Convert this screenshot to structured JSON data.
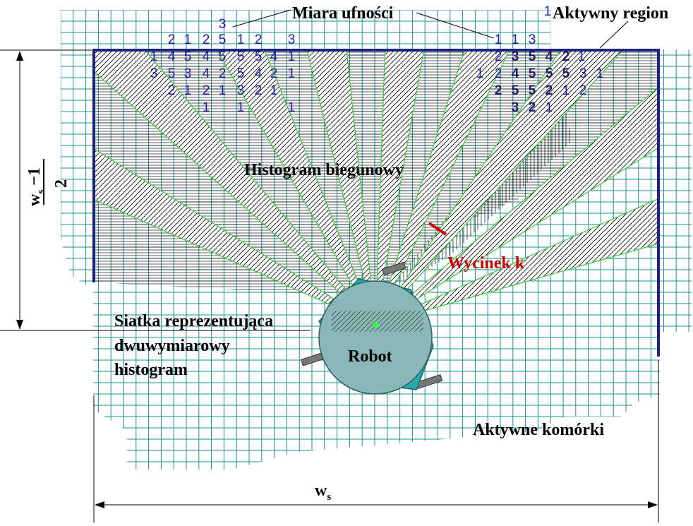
{
  "labels": {
    "confidence": "Miara ufności",
    "active_region": "Aktywny region",
    "polar_histogram": "Histogram biegunowy",
    "sector": "Wycinek k",
    "grid_line1": "Siatka reprezentująca",
    "grid_line2": "dwuwymiarowy",
    "grid_line3": "histogram",
    "robot": "Robot",
    "active_cells": "Aktywne komórki",
    "width": "w",
    "width_sub": "s",
    "half_num_w": "w",
    "half_num_sub": "s",
    "half_num_rest": " −1",
    "half_den": "2"
  },
  "confidence_values": {
    "left": [
      [
        "",
        "",
        "",
        "3",
        "",
        "",
        "",
        ""
      ],
      [
        "2",
        "1",
        "2",
        "5",
        "1",
        "2",
        "",
        "3"
      ],
      [
        "1",
        "4",
        "5",
        "4",
        "5",
        "5",
        "5",
        "4",
        "1"
      ],
      [
        "3",
        "5",
        "3",
        "4",
        "2",
        "5",
        "4",
        "2",
        "1"
      ],
      [
        "2",
        "1",
        "2",
        "1",
        "3",
        "2",
        "1"
      ],
      [
        "1",
        "1",
        "1"
      ]
    ],
    "right": [
      [
        "1"
      ],
      [
        "1",
        "1",
        "3"
      ],
      [
        "2",
        "3",
        "5",
        "4",
        "2",
        "1"
      ],
      [
        "1",
        "2",
        "4",
        "5",
        "5",
        "5",
        "3",
        "1"
      ],
      [
        "2",
        "5",
        "5",
        "2",
        "1",
        "2"
      ],
      [
        "3",
        "2",
        "1"
      ]
    ]
  },
  "colors": {
    "grid": "#1f8f8f",
    "frame": "#1a237e",
    "ray": "#33cc33",
    "hatch": "#000000",
    "sector": "#cc0000",
    "robot_body": "#2aa8a8",
    "robot_disc": "#8ab8b8"
  }
}
